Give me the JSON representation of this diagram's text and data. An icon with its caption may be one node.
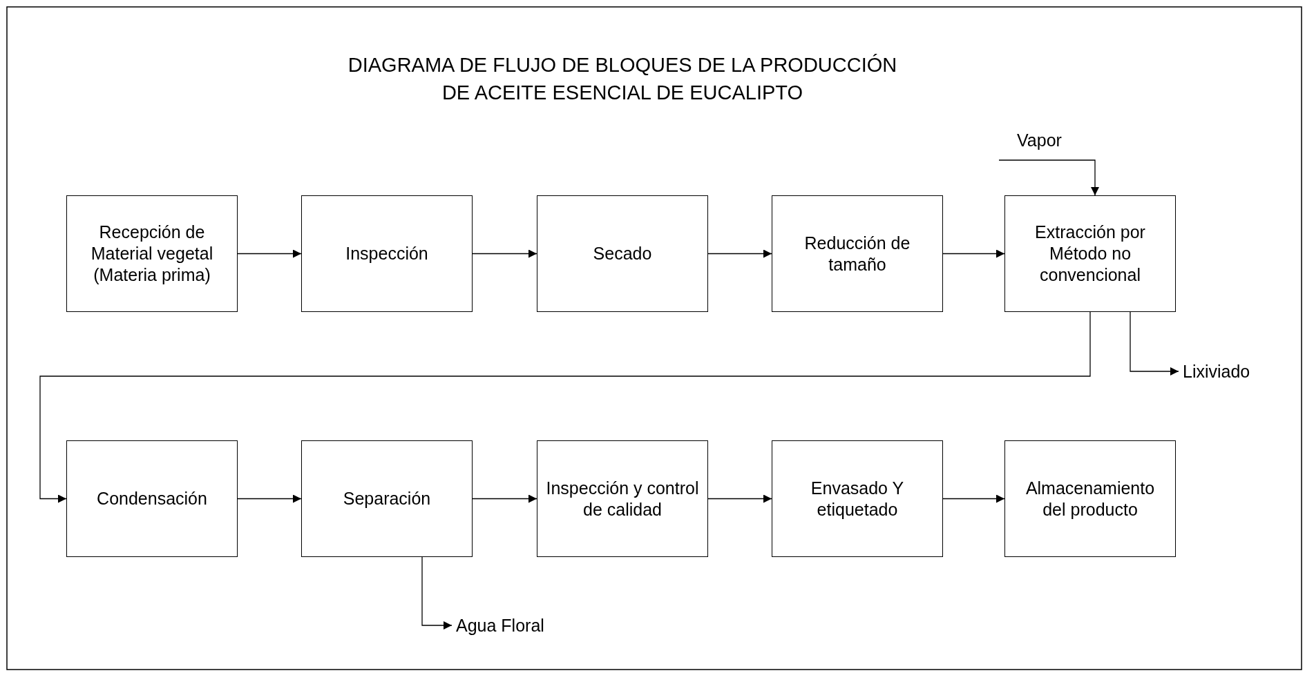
{
  "diagram": {
    "title": "DIAGRAMA DE FLUJO DE BLOQUES DE LA PRODUCCIÓN DE ACEITE ESENCIAL DE EUCALIPTO",
    "nodes": [
      {
        "text": [
          "Recepción de Material vegetal (Materia prima)"
        ]
      },
      {
        "text": [
          "Inspección"
        ]
      },
      {
        "text": [
          "Secado"
        ]
      },
      {
        "text": [
          "Reducción de tamaño"
        ]
      },
      {
        "text": [
          "Extracción por Método no convencional"
        ]
      },
      {
        "text": [
          "Lixiviado"
        ]
      },
      {
        "text": [
          "Condensación"
        ]
      },
      {
        "text": [
          "Separación"
        ]
      },
      {
        "text": [
          "Inspección y control de calidad"
        ]
      },
      {
        "text": [
          "Envasado Y etiquetado"
        ]
      },
      {
        "text": [
          "Almacenamiento del producto"
        ]
      },
      {
        "text": [
          "Agua Floral"
        ]
      }
    ],
    "edges": [
      {
        "from": 0,
        "to": 1,
        "arrow": "to"
      },
      {
        "from": 1,
        "to": 2,
        "arrow": "to"
      },
      {
        "from": 2,
        "to": 3,
        "arrow": "to"
      },
      {
        "from": 3,
        "to": 4,
        "arrow": "to"
      },
      {
        "from": null,
        "to": 4,
        "arrow": "to",
        "label": "Vapor"
      },
      {
        "from": 4,
        "to": 5,
        "arrow": "to"
      },
      {
        "from": 4,
        "to": 6,
        "arrow": "to"
      },
      {
        "from": 6,
        "to": 7,
        "arrow": "to"
      },
      {
        "from": 7,
        "to": 8,
        "arrow": "to"
      },
      {
        "from": 8,
        "to": 9,
        "arrow": "to"
      },
      {
        "from": 9,
        "to": 10,
        "arrow": "to"
      },
      {
        "from": 7,
        "to": 11,
        "arrow": "to"
      }
    ]
  }
}
